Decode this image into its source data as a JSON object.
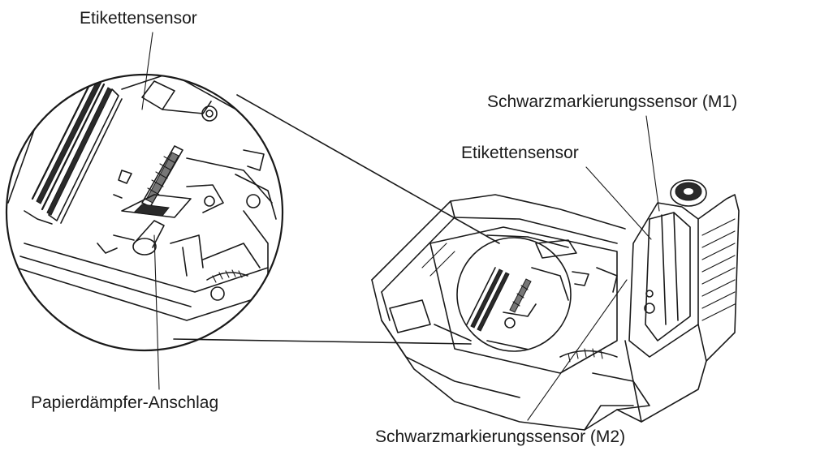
{
  "labels": {
    "etikettensensor_top": "Etikettensensor",
    "black_mark_m1": "Schwarzmarkierungssensor (M1)",
    "etikettensensor_mid": "Etikettensensor",
    "paper_damper_stop": "Papierdämpfer-Anschlag",
    "black_mark_m2": "Schwarzmarkierungssensor (M2)"
  }
}
